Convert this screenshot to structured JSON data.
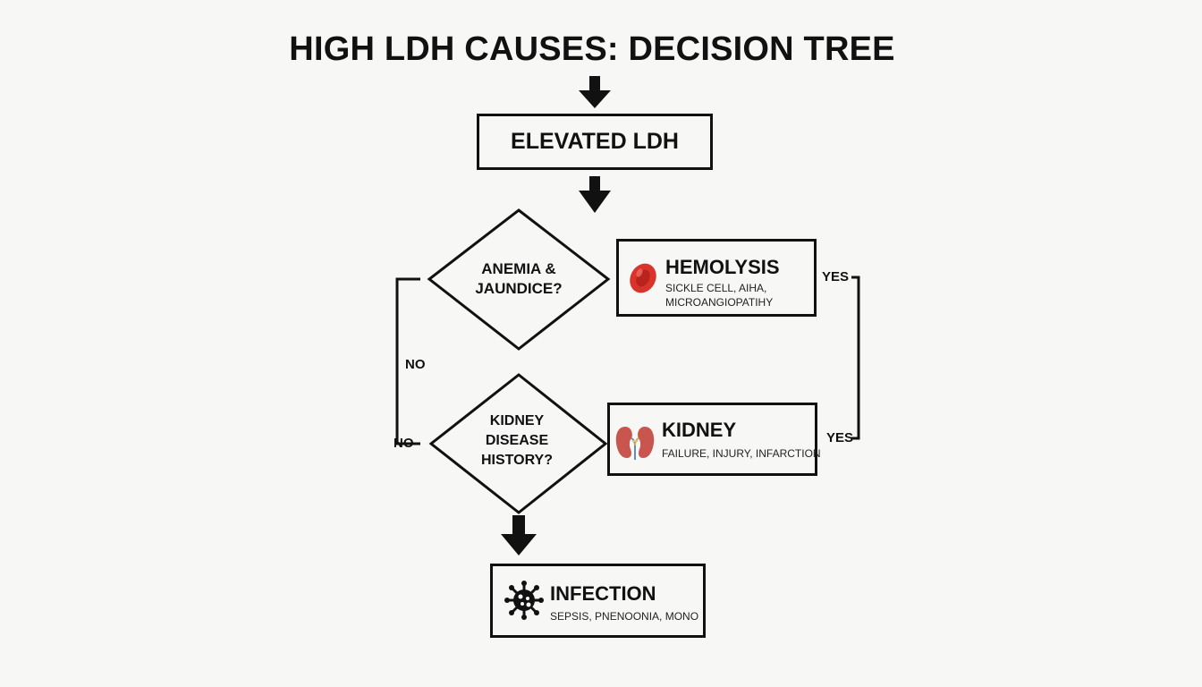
{
  "title": "HIGH LDH CAUSES: DECISION TREE",
  "start_node": "ELEVATED LDH",
  "decisions": [
    {
      "text": "ANEMIA &\nJAUNDICE?",
      "yes_label": "YES",
      "no_label": "NO"
    },
    {
      "text": "KIDNEY\nDISEASE\nHISTORY?",
      "yes_label": "YES",
      "no_label": "NO"
    }
  ],
  "outcomes": {
    "hemolysis": {
      "heading": "HEMOLYSIS",
      "detail": "SICKLE CELL, AIHA,\nMICROANGIOPATIHY",
      "icon": "red-blood-cell-icon"
    },
    "kidney": {
      "heading": "KIDNEY",
      "detail": "FAILURE, INJURY, INFARCTION",
      "icon": "kidney-icon"
    },
    "infection": {
      "heading": "INFECTION",
      "detail": "SEPSIS, PNENOONIA, MONO",
      "icon": "virus-icon"
    }
  },
  "colors": {
    "line": "#111111",
    "background": "#f7f7f6",
    "blood_cell": "#d9332b",
    "kidney": "#c9564e"
  }
}
